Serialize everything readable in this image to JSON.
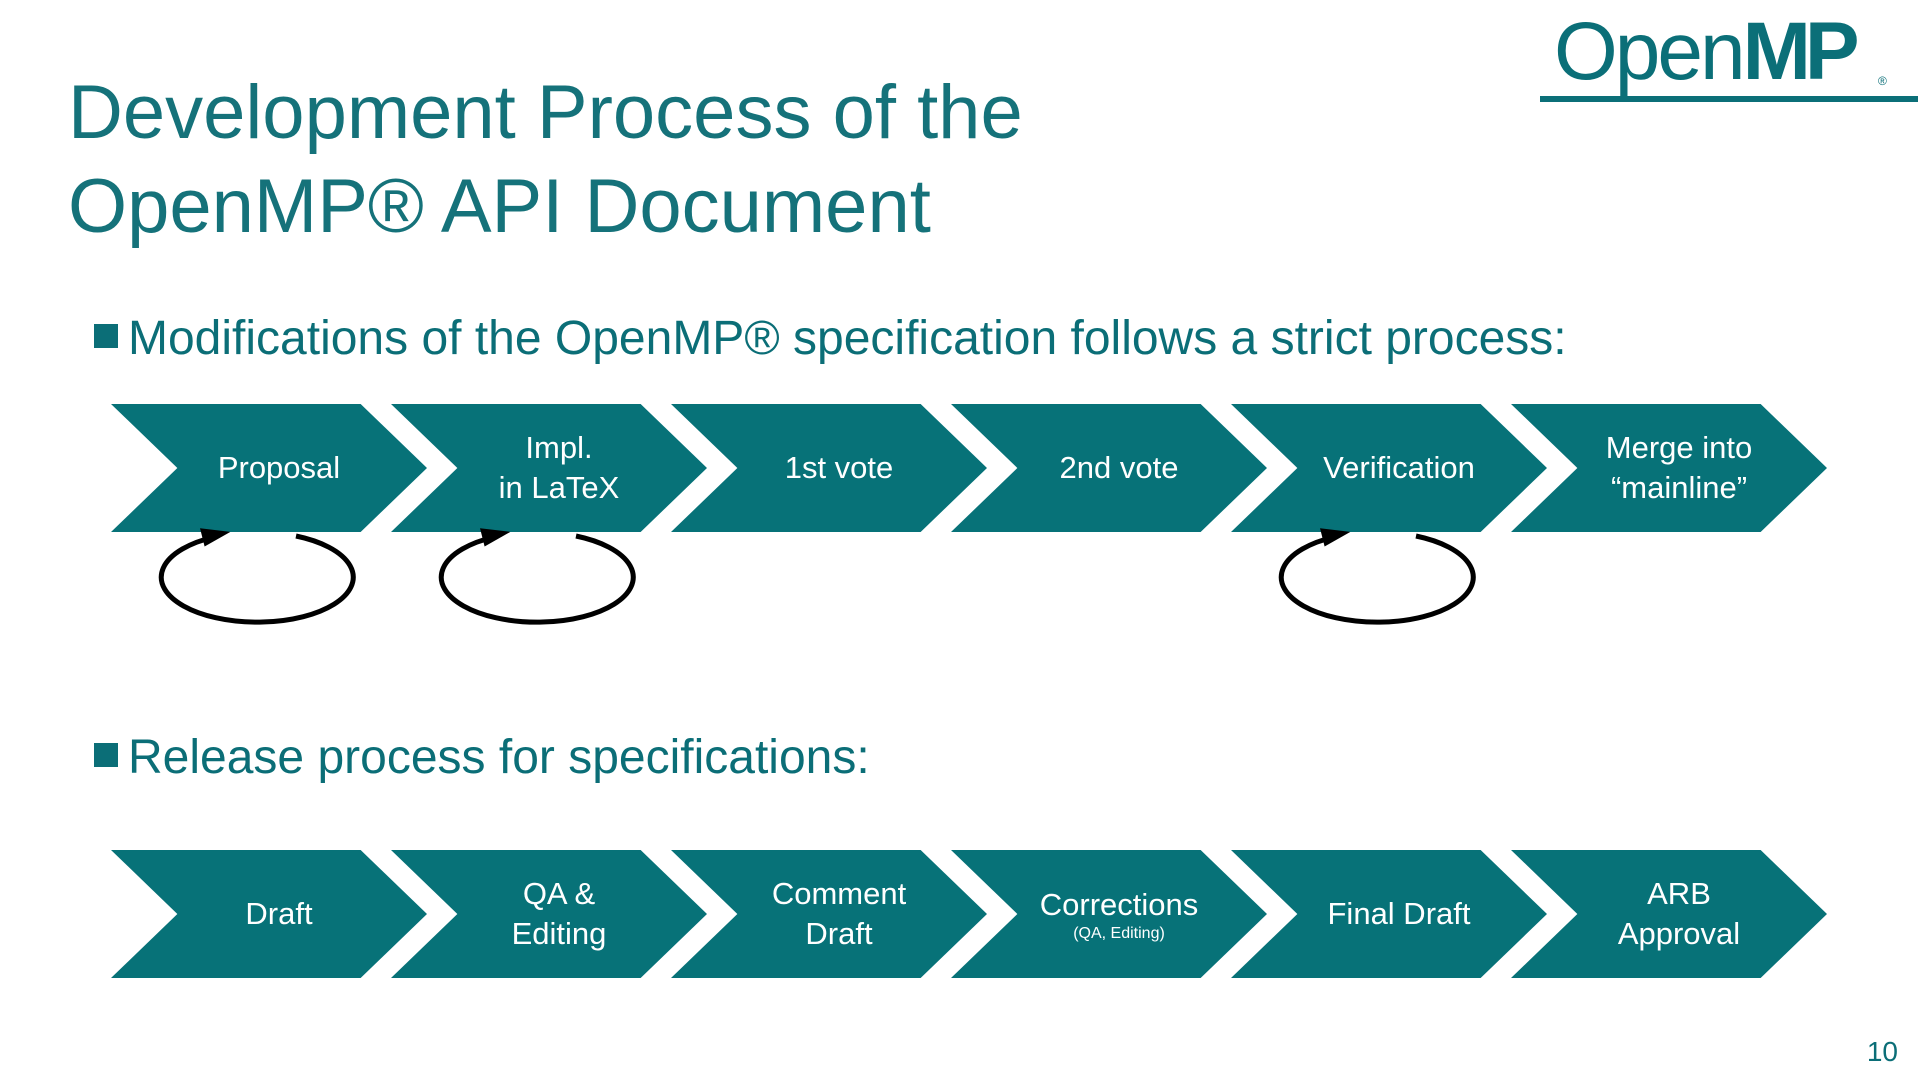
{
  "slide": {
    "title_line1": "Development Process of the",
    "title_line2": "OpenMP® API Document",
    "page_number": "10"
  },
  "logo": {
    "text_light": "Open",
    "text_bold": "MP",
    "reg_mark": "®"
  },
  "section1": {
    "bullet": "Modifications of the OpenMP® specification follows a strict process:",
    "steps": [
      {
        "label": "Proposal",
        "loop": true
      },
      {
        "label": "Impl.\nin LaTeX",
        "loop": true
      },
      {
        "label": "1st vote",
        "loop": false
      },
      {
        "label": "2nd vote",
        "loop": false
      },
      {
        "label": "Verification",
        "loop": true
      },
      {
        "label": "Merge into\n“mainline”",
        "loop": false
      }
    ]
  },
  "section2": {
    "bullet": "Release process for specifications:",
    "steps": [
      {
        "label": "Draft",
        "sub": ""
      },
      {
        "label": "QA &\nEditing",
        "sub": ""
      },
      {
        "label": "Comment\nDraft",
        "sub": ""
      },
      {
        "label": "Corrections",
        "sub": "(QA, Editing)"
      },
      {
        "label": "Final Draft",
        "sub": ""
      },
      {
        "label": "ARB\nApproval",
        "sub": ""
      }
    ]
  },
  "colors": {
    "primary": "#077278",
    "title": "#15727a",
    "loop": "#000000"
  },
  "icons": {
    "loop": "cycle-arrow-icon",
    "logo": "openmp-logo"
  }
}
